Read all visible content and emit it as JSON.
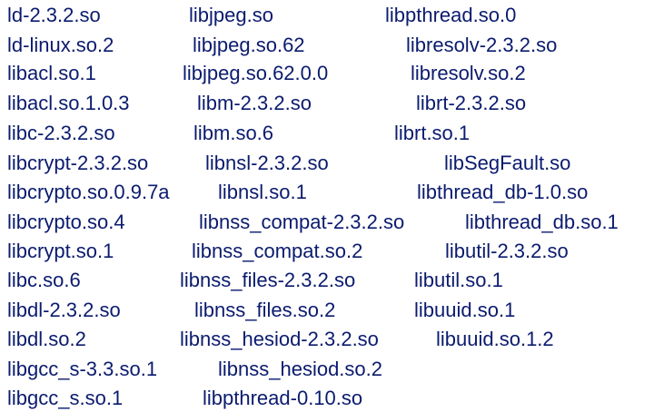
{
  "colors": {
    "text": "#0b1b6e",
    "background": "#ffffff"
  },
  "rows": [
    [
      "ld-2.3.2.so",
      "libjpeg.so",
      "libpthread.so.0"
    ],
    [
      "ld-linux.so.2",
      "libjpeg.so.62",
      "libresolv-2.3.2.so"
    ],
    [
      "libacl.so.1",
      "libjpeg.so.62.0.0",
      "libresolv.so.2"
    ],
    [
      "libacl.so.1.0.3",
      "libm-2.3.2.so",
      "librt-2.3.2.so"
    ],
    [
      "libc-2.3.2.so",
      "libm.so.6",
      "librt.so.1"
    ],
    [
      "libcrypt-2.3.2.so",
      "libnsl-2.3.2.so",
      "libSegFault.so"
    ],
    [
      "libcrypto.so.0.9.7a",
      "libnsl.so.1",
      "libthread_db-1.0.so"
    ],
    [
      "libcrypto.so.4",
      "libnss_compat-2.3.2.so",
      "libthread_db.so.1"
    ],
    [
      "libcrypt.so.1",
      "libnss_compat.so.2",
      "libutil-2.3.2.so"
    ],
    [
      "libc.so.6",
      "libnss_files-2.3.2.so",
      "libutil.so.1"
    ],
    [
      "libdl-2.3.2.so",
      "libnss_files.so.2",
      "libuuid.so.1"
    ],
    [
      "libdl.so.2",
      "libnss_hesiod-2.3.2.so",
      "libuuid.so.1.2"
    ],
    [
      "libgcc_s-3.3.so.1",
      "libnss_hesiod.so.2",
      ""
    ],
    [
      "libgcc_s.so.1",
      "libpthread-0.10.so",
      ""
    ]
  ]
}
